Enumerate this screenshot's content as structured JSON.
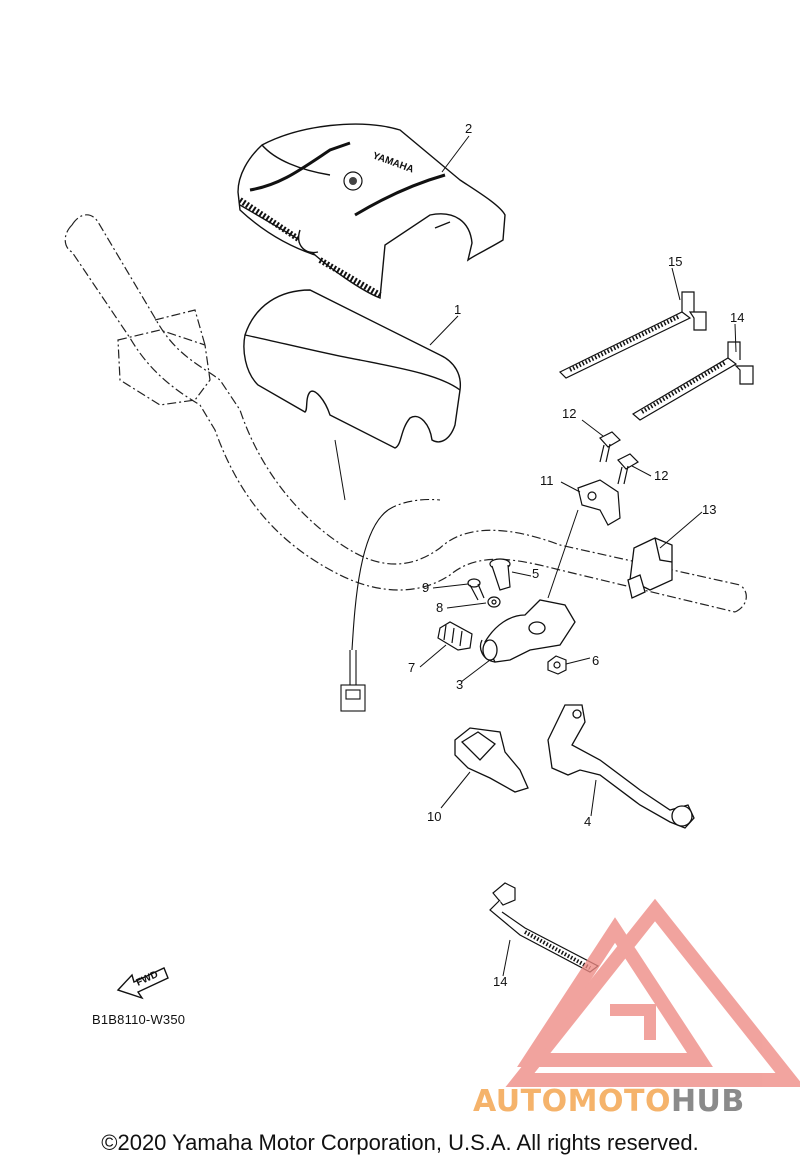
{
  "callouts": {
    "c1": "1",
    "c2": "2",
    "c3": "3",
    "c4": "4",
    "c5": "5",
    "c6": "6",
    "c7": "7",
    "c8": "8",
    "c9": "9",
    "c10": "10",
    "c11": "11",
    "c12a": "12",
    "c12b": "12",
    "c13": "13",
    "c14a": "14",
    "c14b": "14",
    "c15": "15"
  },
  "pad_brand": "YAMAHA",
  "fwd_label": "FWD",
  "diagram_code": "B1B8110-W350",
  "watermark": {
    "part1": "AUTOMOTO",
    "part2": "HUB",
    "color1": "#f5b36b",
    "color2": "#8a8a8a",
    "triangle_color": "#ee8a84"
  },
  "copyright": "©2020 Yamaha Motor Corporation, U.S.A. All rights reserved."
}
